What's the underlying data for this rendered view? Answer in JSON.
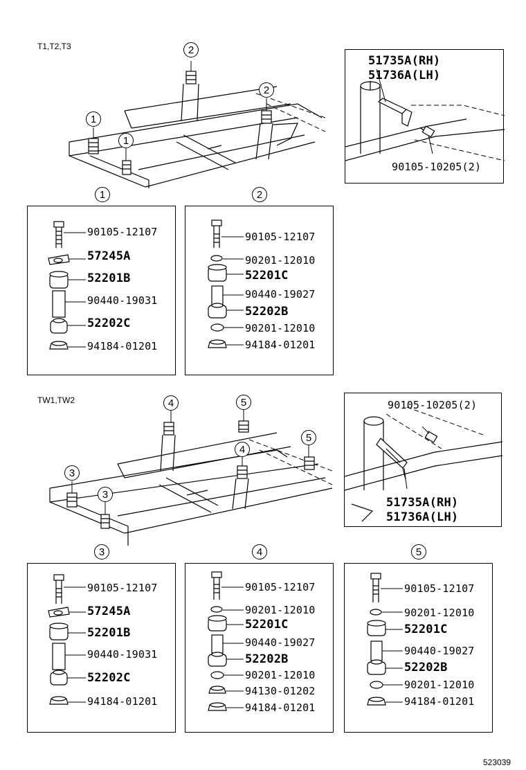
{
  "top_section": {
    "variant_label": "T1,T2,T3",
    "frame_callouts": {
      "c1a": "1",
      "c1b": "1",
      "c2a": "2",
      "c2b": "2"
    },
    "bracket_inset": {
      "rh": "51735A(RH)",
      "lh": "51736A(LH)",
      "bolt": "90105-10205(2)"
    },
    "mount_1": {
      "callout": "1",
      "parts": [
        {
          "part_no": "90105-12107",
          "bold": false
        },
        {
          "part_no": "57245A",
          "bold": true
        },
        {
          "part_no": "52201B",
          "bold": true
        },
        {
          "part_no": "90440-19031",
          "bold": false
        },
        {
          "part_no": "52202C",
          "bold": true
        },
        {
          "part_no": "94184-01201",
          "bold": false
        }
      ]
    },
    "mount_2": {
      "callout": "2",
      "parts": [
        {
          "part_no": "90105-12107",
          "bold": false
        },
        {
          "part_no": "90201-12010",
          "bold": false
        },
        {
          "part_no": "52201C",
          "bold": true
        },
        {
          "part_no": "90440-19027",
          "bold": false
        },
        {
          "part_no": "52202B",
          "bold": true
        },
        {
          "part_no": "90201-12010",
          "bold": false
        },
        {
          "part_no": "94184-01201",
          "bold": false
        }
      ]
    }
  },
  "bottom_section": {
    "variant_label": "TW1,TW2",
    "frame_callouts": {
      "c3a": "3",
      "c3b": "3",
      "c4a": "4",
      "c4b": "4",
      "c5a": "5",
      "c5b": "5"
    },
    "bracket_inset": {
      "bolt": "90105-10205(2)",
      "rh": "51735A(RH)",
      "lh": "51736A(LH)"
    },
    "mount_3": {
      "callout": "3",
      "parts": [
        {
          "part_no": "90105-12107",
          "bold": false
        },
        {
          "part_no": "57245A",
          "bold": true
        },
        {
          "part_no": "52201B",
          "bold": true
        },
        {
          "part_no": "90440-19031",
          "bold": false
        },
        {
          "part_no": "52202C",
          "bold": true
        },
        {
          "part_no": "94184-01201",
          "bold": false
        }
      ]
    },
    "mount_4": {
      "callout": "4",
      "parts": [
        {
          "part_no": "90105-12107",
          "bold": false
        },
        {
          "part_no": "90201-12010",
          "bold": false
        },
        {
          "part_no": "52201C",
          "bold": true
        },
        {
          "part_no": "90440-19027",
          "bold": false
        },
        {
          "part_no": "52202B",
          "bold": true
        },
        {
          "part_no": "90201-12010",
          "bold": false
        },
        {
          "part_no": "94130-01202",
          "bold": false
        },
        {
          "part_no": "94184-01201",
          "bold": false
        }
      ]
    },
    "mount_5": {
      "callout": "5",
      "parts": [
        {
          "part_no": "90105-12107",
          "bold": false
        },
        {
          "part_no": "90201-12010",
          "bold": false
        },
        {
          "part_no": "52201C",
          "bold": true
        },
        {
          "part_no": "90440-19027",
          "bold": false
        },
        {
          "part_no": "52202B",
          "bold": true
        },
        {
          "part_no": "90201-12010",
          "bold": false
        },
        {
          "part_no": "94184-01201",
          "bold": false
        }
      ]
    }
  },
  "diagram_code": "523039"
}
